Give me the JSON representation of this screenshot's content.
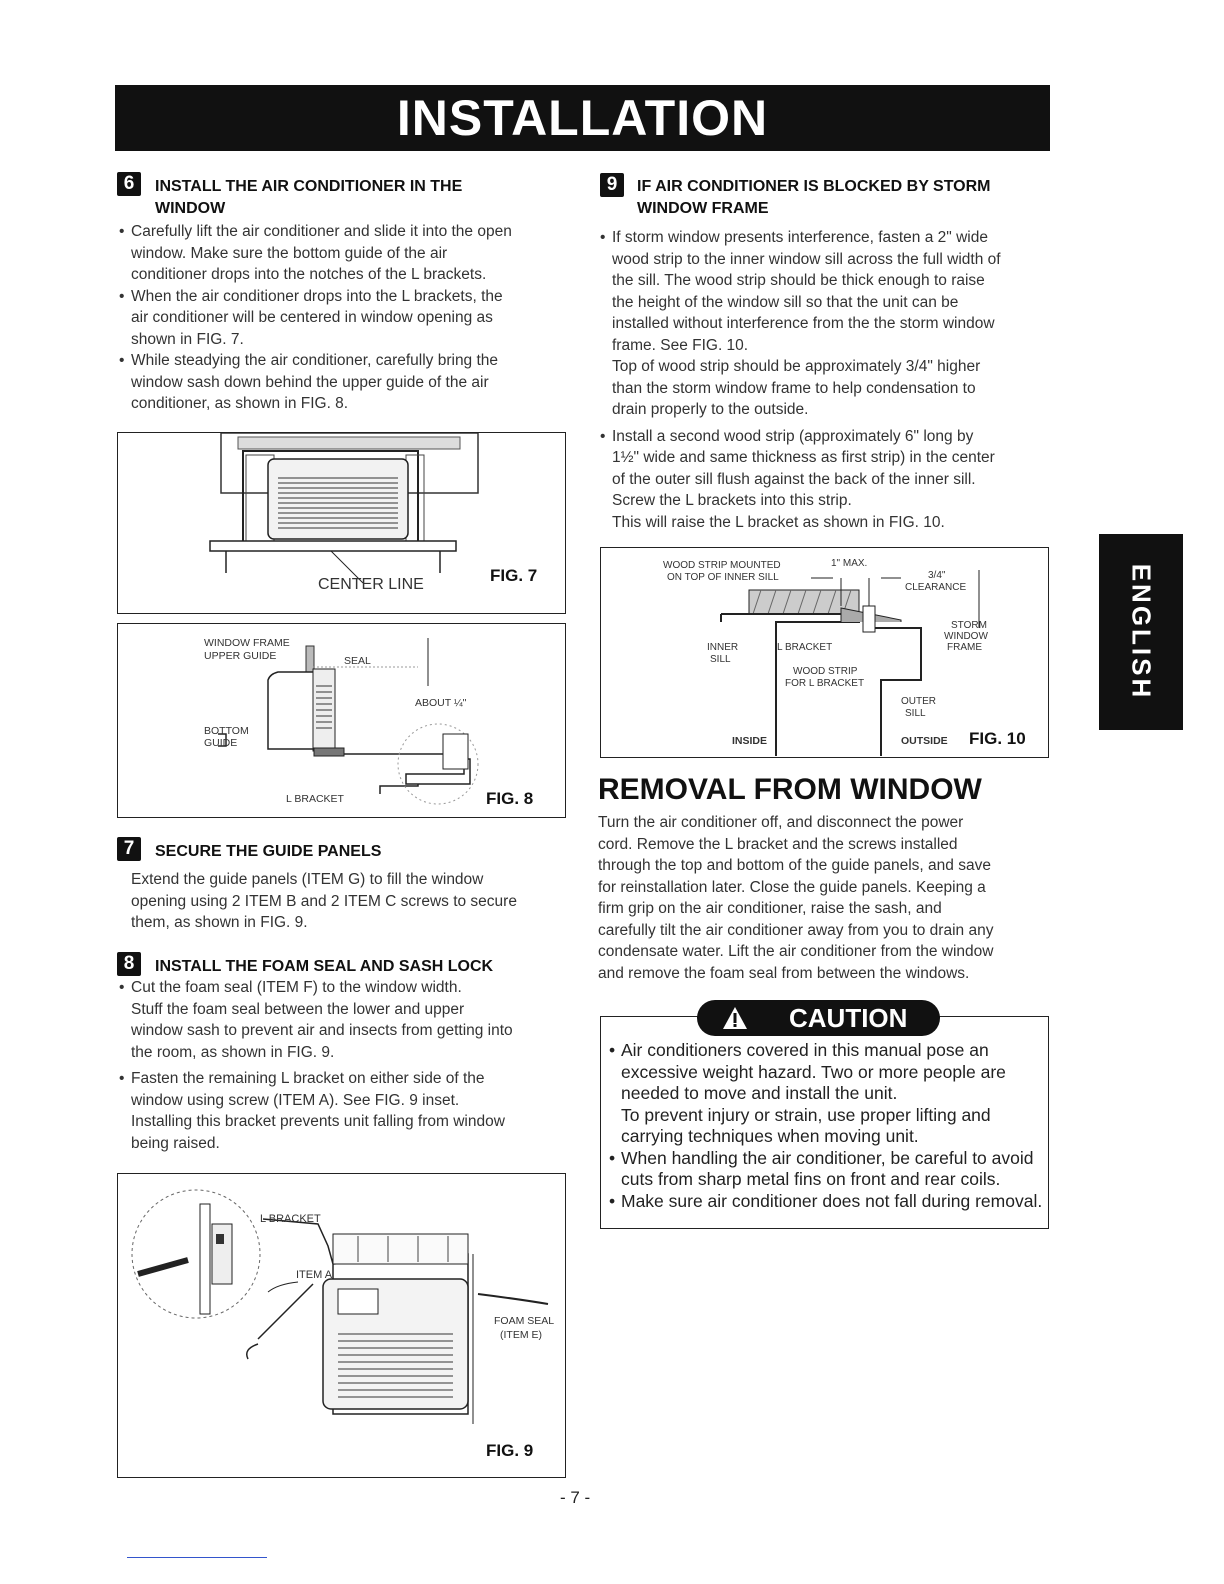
{
  "banner": "INSTALLATION",
  "side_tab": "ENGLISH",
  "page_number": "- 7 -",
  "step6": {
    "number": "6",
    "title_line1": "INSTALL THE AIR CONDITIONER IN THE",
    "title_line2": "WINDOW",
    "bullets": [
      [
        "Carefully lift the air conditioner and slide it into the open",
        "window. Make sure the bottom guide of the air",
        "conditioner drops into the notches of the L brackets."
      ],
      [
        "When the air conditioner drops into the L brackets, the",
        "air conditioner will be centered in window opening as",
        "shown in FIG. 7."
      ],
      [
        "While steadying the air conditioner, carefully bring the",
        "window sash down behind the upper guide of the air",
        "conditioner, as shown in FIG. 8."
      ]
    ]
  },
  "fig7": {
    "label": "FIG. 7",
    "center_line": "CENTER LINE"
  },
  "fig8": {
    "label": "FIG. 8",
    "window_frame": "WINDOW FRAME",
    "upper_guide": "UPPER GUIDE",
    "seal": "SEAL",
    "about": "ABOUT ¼\"",
    "bottom": "BOTTOM",
    "guide": "GUIDE",
    "l_bracket": "L BRACKET"
  },
  "step7": {
    "number": "7",
    "title": "SECURE THE GUIDE PANELS",
    "lines": [
      "Extend the guide panels (ITEM G) to fill the window",
      "opening using 2 ITEM B and 2 ITEM C screws to secure",
      "them, as shown in FIG. 9."
    ]
  },
  "step8": {
    "number": "8",
    "title": "INSTALL THE FOAM SEAL AND SASH LOCK",
    "bullet1": [
      "Cut the foam seal (ITEM F) to the window width.",
      "Stuff the foam seal between the lower and upper",
      "window sash to prevent air and insects from getting into",
      "the room, as shown in FIG. 9."
    ],
    "bullet2": [
      "Fasten the remaining L bracket on either side of the",
      "window using screw (ITEM A). See FIG. 9 inset.",
      "Installing this bracket prevents unit falling from window",
      "being raised."
    ]
  },
  "fig9": {
    "label": "FIG. 9",
    "l_bracket": "L BRACKET",
    "item_a": "ITEM A",
    "foam_seal": "FOAM SEAL",
    "item_e": "(ITEM E)"
  },
  "step9": {
    "number": "9",
    "title_line1": "IF AIR CONDITIONER IS BLOCKED BY STORM",
    "title_line2": "WINDOW FRAME",
    "bullet1": [
      "If storm window presents interference, fasten a 2\" wide",
      "wood strip to the inner window sill across the full width of",
      "the sill. The wood strip should be thick enough to raise",
      "the height of the window sill so that the unit can be",
      "installed without interference from the the storm window",
      "frame. See FIG. 10.",
      "Top of wood strip should be approximately 3/4\" higher",
      "than the storm window frame to help condensation to",
      "drain properly to the outside."
    ],
    "bullet2": [
      "Install a second wood strip (approximately 6\" long by",
      "1½\" wide and same thickness as first strip) in the center",
      "of the outer sill flush against the back of the inner sill.",
      "Screw the L brackets into this strip.",
      "This will raise the L bracket as shown in FIG. 10."
    ]
  },
  "fig10": {
    "label": "FIG. 10",
    "wood_strip_mounted": "WOOD STRIP MOUNTED",
    "on_top": "ON TOP OF INNER SILL",
    "max": "1\" MAX.",
    "three_quarter": "3/4\"",
    "clearance": "CLEARANCE",
    "storm": "STORM",
    "window": "WINDOW",
    "frame": "FRAME",
    "inner": "INNER",
    "sill": "SILL",
    "l_bracket": "L BRACKET",
    "wood_strip": "WOOD STRIP",
    "for_l_bracket": "FOR L BRACKET",
    "outer": "OUTER",
    "outer_sill": "SILL",
    "inside": "INSIDE",
    "outside": "OUTSIDE"
  },
  "removal": {
    "title": "REMOVAL FROM WINDOW",
    "lines": [
      "Turn the air conditioner off, and disconnect the power",
      "cord. Remove the L bracket and the screws installed",
      "through the top and bottom of the guide panels, and save",
      "for reinstallation later. Close the guide panels. Keeping a",
      "firm grip on the air conditioner, raise the sash, and",
      "carefully tilt the air conditioner away from you to drain any",
      "condensate water. Lift the air conditioner from the window",
      "and remove the foam seal from between the windows."
    ]
  },
  "caution": {
    "title": "CAUTION",
    "bullet1": [
      "Air conditioners covered in this manual pose an",
      "excessive weight hazard. Two or more people are",
      "needed to move and install the unit.",
      "To prevent injury or strain, use proper lifting and",
      "carrying techniques when moving unit."
    ],
    "bullet2": [
      "When handling the air conditioner, be careful to avoid",
      "cuts from sharp metal fins on front and rear coils."
    ],
    "bullet3": [
      "Make sure air conditioner does not fall during removal."
    ]
  }
}
